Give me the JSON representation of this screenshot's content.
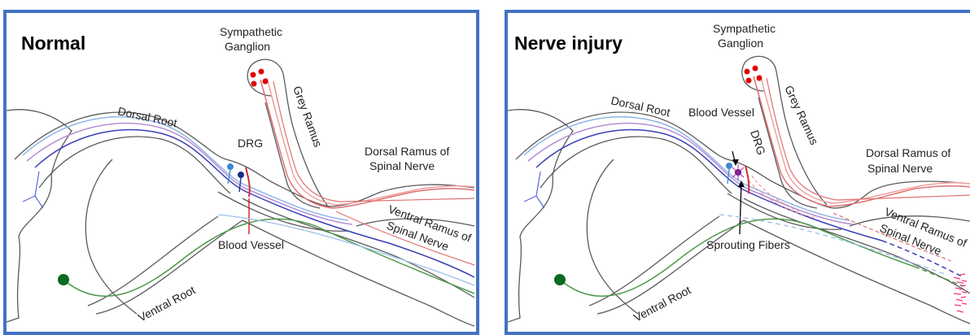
{
  "colors": {
    "frame": "#4472c4",
    "dorsal_fiber_light": "#8fb4e8",
    "dorsal_fiber_dark": "#3b3fb5",
    "sympathetic_fiber": "#e07070",
    "ventral_fiber": "#4c9a4c",
    "ganglion_dot": "#e00000",
    "motor_neuron": "#0a6b1e",
    "sprouting": "#ff3080"
  },
  "panels": [
    {
      "title": "Normal",
      "labels": {
        "sympathetic_1": "Sympathetic",
        "sympathetic_2": "Ganglion",
        "dorsal_root": "Dorsal Root",
        "drg": "DRG",
        "grey_ramus": "Grey Ramus",
        "dorsal_ramus_1": "Dorsal Ramus of",
        "dorsal_ramus_2": "Spinal Nerve",
        "ventral_ramus_1": "Ventral Ramus of",
        "ventral_ramus_2": "Spinal Nerve",
        "blood_vessel": "Blood Vessel",
        "ventral_root": "Ventral Root"
      }
    },
    {
      "title": "Nerve injury",
      "labels": {
        "sympathetic_1": "Sympathetic",
        "sympathetic_2": "Ganglion",
        "dorsal_root": "Dorsal Root",
        "blood_vessel": "Blood Vessel",
        "drg": "DRG",
        "grey_ramus": "Grey Ramus",
        "dorsal_ramus_1": "Dorsal Ramus of",
        "dorsal_ramus_2": "Spinal Nerve",
        "ventral_ramus_1": "Ventral Ramus of",
        "ventral_ramus_2": "Spinal Nerve",
        "sprouting": "Sprouting Fibers",
        "ventral_root": "Ventral Root"
      }
    }
  ]
}
